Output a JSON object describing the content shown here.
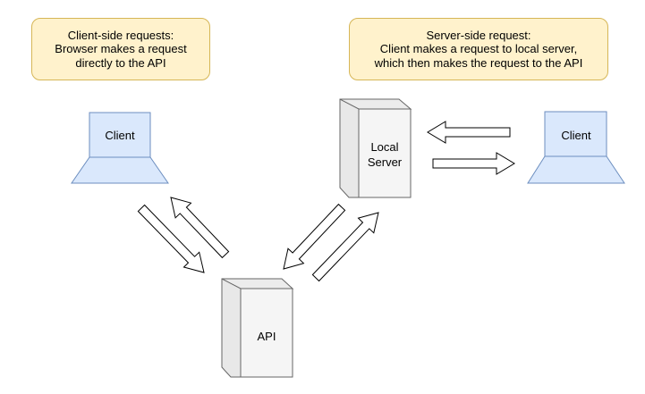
{
  "notes": {
    "client_side": "Client-side requests:\nBrowser makes a request\ndirectly to the API",
    "server_side": "Server-side request:\nClient makes a request to local server,\nwhich then makes the request to the API"
  },
  "nodes": {
    "left_client": "Client",
    "right_client": "Client",
    "local_server_line1": "Local",
    "local_server_line2": "Server",
    "api": "API"
  },
  "colors": {
    "note_fill": "#fff2cc",
    "note_stroke": "#d6b656",
    "laptop_fill": "#dae8fc",
    "laptop_stroke": "#6c8ebf",
    "box_front": "#f5f5f5",
    "box_side": "#e8e8e8",
    "box_stroke": "#666666",
    "arrow_stroke": "#000000"
  }
}
